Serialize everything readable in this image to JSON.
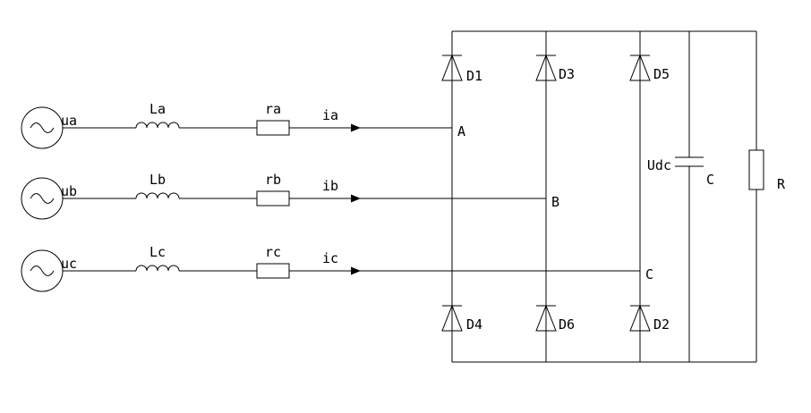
{
  "diagram": {
    "kind": "three-phase diode bridge rectifier circuit",
    "colors": {
      "line": "#000000",
      "background": "#ffffff"
    },
    "phases": [
      {
        "source": "ua",
        "inductor": "La",
        "resistor": "ra",
        "current": "ia",
        "node": "A"
      },
      {
        "source": "ub",
        "inductor": "Lb",
        "resistor": "rb",
        "current": "ib",
        "node": "B"
      },
      {
        "source": "uc",
        "inductor": "Lc",
        "resistor": "rc",
        "current": "ic",
        "node": "C"
      }
    ],
    "diodes": {
      "top": [
        {
          "label": "D1"
        },
        {
          "label": "D3"
        },
        {
          "label": "D5"
        }
      ],
      "bottom": [
        {
          "label": "D4"
        },
        {
          "label": "D6"
        },
        {
          "label": "D2"
        }
      ]
    },
    "dc": {
      "voltage": "Udc",
      "capacitor": "C",
      "load": "R"
    }
  }
}
